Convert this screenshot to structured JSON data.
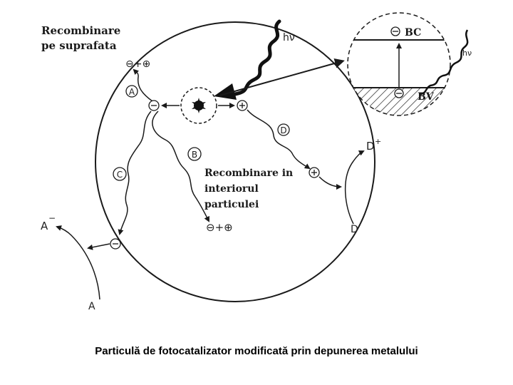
{
  "labels": {
    "surface_recomb_line1": "Recombinare",
    "surface_recomb_line2": "pe suprafata",
    "bulk_recomb_line1": "Recombinare in",
    "bulk_recomb_line2": "interiorul",
    "bulk_recomb_line3": "particulei",
    "hv_main": "hν",
    "hv_inset": "hν",
    "bc": "BC",
    "bv": "BV",
    "path_a": "A",
    "path_b": "B",
    "path_c": "C",
    "path_d": "D",
    "d_plus": "D",
    "d_plus_sup": "+",
    "d": "D",
    "a_minus": "A",
    "a_minus_sup": "−",
    "a": "A",
    "pair_surface": "⊖+⊕",
    "pair_bulk": "⊖+⊕"
  },
  "caption": "Particulă de fotocatalizator modificată prin depunerea metalului",
  "colors": {
    "ink": "#1a1a1a",
    "background": "#ffffff"
  }
}
